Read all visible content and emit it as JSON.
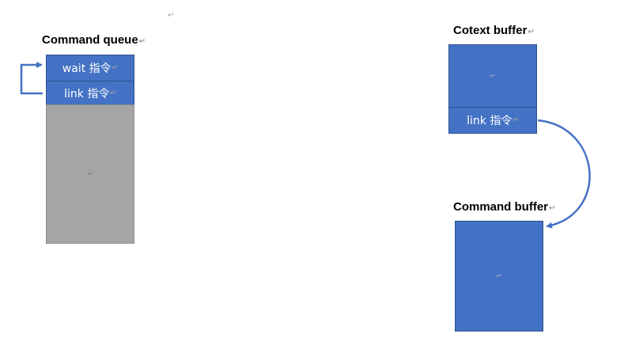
{
  "paragraph_mark": "↵",
  "command_queue": {
    "title": "Command queue",
    "entries": [
      {
        "label": "wait 指令"
      },
      {
        "label": "link 指令"
      }
    ]
  },
  "context_buffer": {
    "title": "Cotext buffer",
    "entry_label": "link 指令"
  },
  "command_buffer": {
    "title": "Command buffer"
  },
  "colors": {
    "block_fill": "#4472c4",
    "block_border": "#2f528f",
    "empty_fill": "#a5a5a5",
    "arrow": "#4472c4"
  }
}
